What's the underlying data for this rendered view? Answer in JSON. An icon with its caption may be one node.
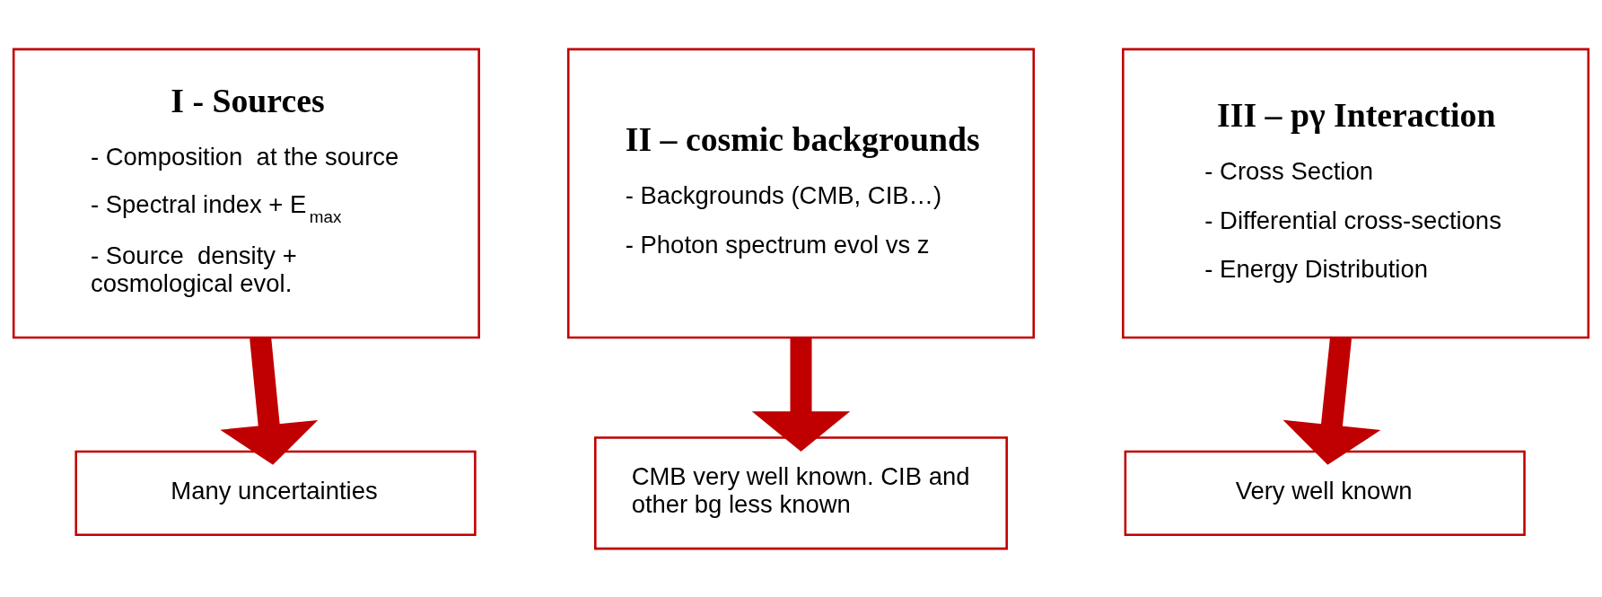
{
  "diagram": {
    "nodes": [
      {
        "text": [
          "I - Sources",
          "- Composition  at the source",
          "- Spectral index + E$_{max}$",
          "- Source  density + cosmological evol."
        ]
      },
      {
        "text": [
          "II – cosmic backgrounds",
          "- Backgrounds (CMB, CIB…)",
          "- Photon spectrum evol vs z"
        ]
      },
      {
        "text": [
          "III – pγ Interaction",
          "- Cross Section",
          "- Differential cross-sections",
          "- Energy Distribution"
        ]
      },
      {
        "text": [
          "Many uncertainties"
        ]
      },
      {
        "text": [
          "CMB very well known. CIB and other bg less known"
        ]
      },
      {
        "text": [
          "Very well known"
        ]
      }
    ],
    "edges": [
      {
        "from": 0,
        "to": 3,
        "arrow": "to"
      },
      {
        "from": 1,
        "to": 4,
        "arrow": "to"
      },
      {
        "from": 2,
        "to": 5,
        "arrow": "to"
      }
    ]
  }
}
